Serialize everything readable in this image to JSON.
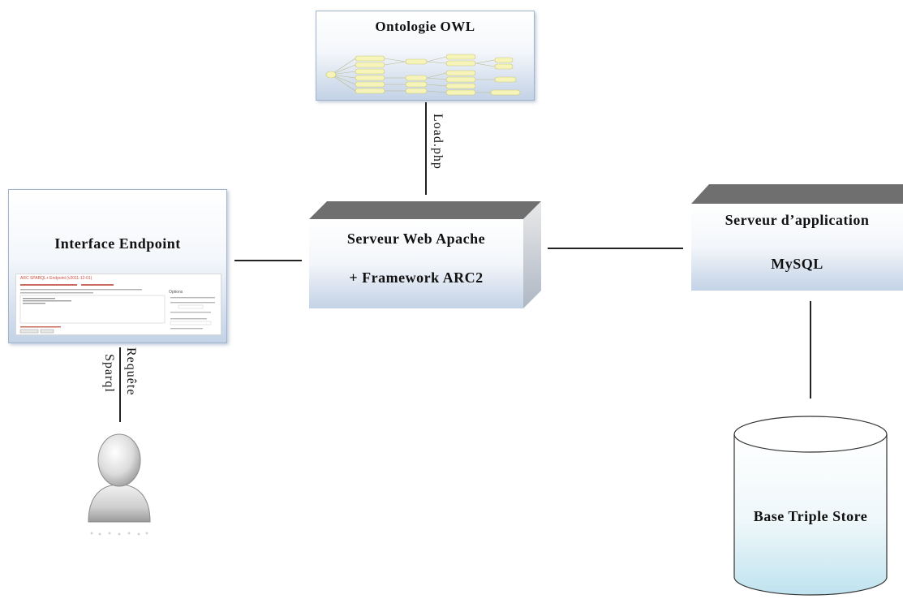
{
  "nodes": {
    "ontology": {
      "label": "Ontologie OWL"
    },
    "endpoint": {
      "label": "Interface Endpoint",
      "thumb_heading": "ARC SPARQL+ Endpoint (v2011-12-01)",
      "thumb_side_heading": "Options"
    },
    "webserver": {
      "line1": "Serveur Web Apache",
      "line2": "+ Framework ARC2"
    },
    "appserver": {
      "line1": "Serveur d’application",
      "line2": "MySQL"
    },
    "store": {
      "label": "Base Triple Store"
    }
  },
  "edges": {
    "load": {
      "label": "Load.php"
    },
    "query": {
      "line1": "Requête",
      "line2": "Sparql"
    }
  },
  "colors": {
    "panel_bottom": "#c3d2e6",
    "box_top": "#6f6f6f",
    "cylinder": "#bfe3ef",
    "ontology_nodes": "#f6f4b8"
  },
  "icons": {
    "user": "user-icon"
  }
}
